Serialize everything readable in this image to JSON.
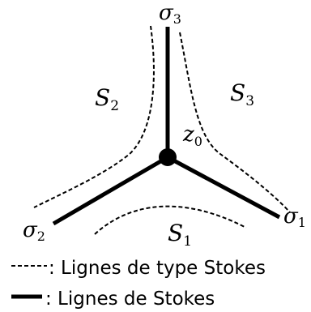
{
  "colors": {
    "ink": "#000000",
    "background": "#ffffff"
  },
  "labels": {
    "sigma1": {
      "base": "σ",
      "sub": "1"
    },
    "sigma2": {
      "base": "σ",
      "sub": "2"
    },
    "sigma3": {
      "base": "σ",
      "sub": "3"
    },
    "z0": {
      "base": "z",
      "sub": "0"
    },
    "s1": {
      "base": "S",
      "sub": "1"
    },
    "s2": {
      "base": "S",
      "sub": "2"
    },
    "s3": {
      "base": "S",
      "sub": "3"
    }
  },
  "legend": {
    "dashed": ": Lignes de type Stokes",
    "solid": ": Lignes de Stokes"
  }
}
